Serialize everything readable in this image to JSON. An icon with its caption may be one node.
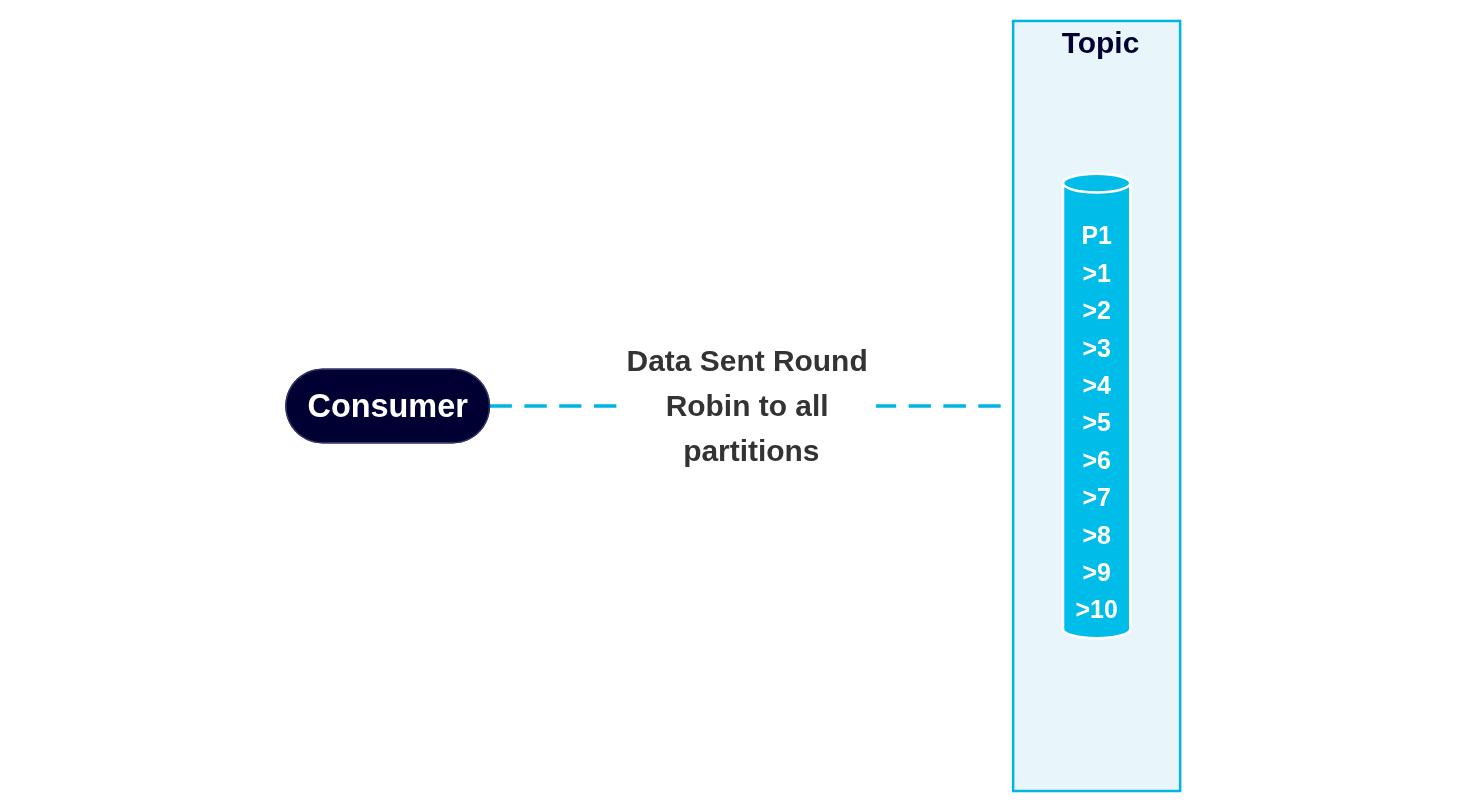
{
  "diagram": {
    "nodes": [
      {
        "text": [
          "Consumer"
        ]
      },
      {
        "text": [
          "Topic"
        ]
      },
      {
        "text": [
          "P1",
          ">1",
          ">2",
          ">3",
          ">4",
          ">5",
          ">6",
          ">7",
          ">8",
          ">9",
          ">10"
        ],
        "in": 1
      }
    ],
    "edges": [
      {
        "from": 0,
        "to": 1,
        "arrow": "none",
        "style": "dashed",
        "label": "Data Sent Round Robin to all partitions"
      }
    ]
  }
}
